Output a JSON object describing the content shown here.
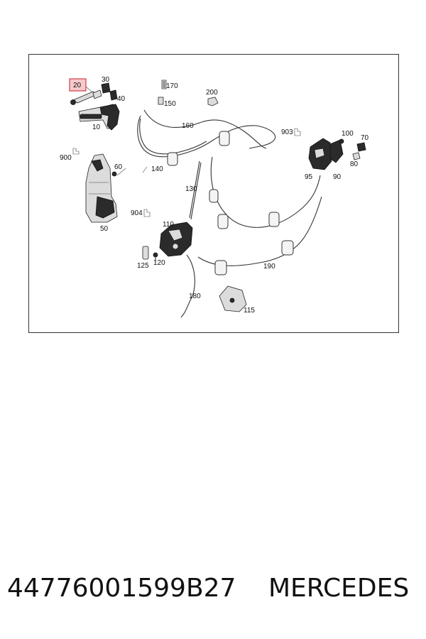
{
  "callouts": {
    "c10": "10",
    "c20": "20",
    "c30": "30",
    "c40": "40",
    "c50": "50",
    "c60": "60",
    "c70": "70",
    "c80": "80",
    "c90": "90",
    "c95": "95",
    "c100": "100",
    "c110": "110",
    "c115": "115",
    "c120": "120",
    "c125": "125",
    "c130": "130",
    "c140": "140",
    "c150": "150",
    "c160": "160",
    "c170": "170",
    "c180": "180",
    "c190": "190",
    "c200": "200",
    "c900": "900",
    "c903": "903",
    "c904": "904"
  },
  "highlight_color": "#e0505a",
  "footer": {
    "part_number": "44776001599B27",
    "brand": "MERCEDES"
  }
}
